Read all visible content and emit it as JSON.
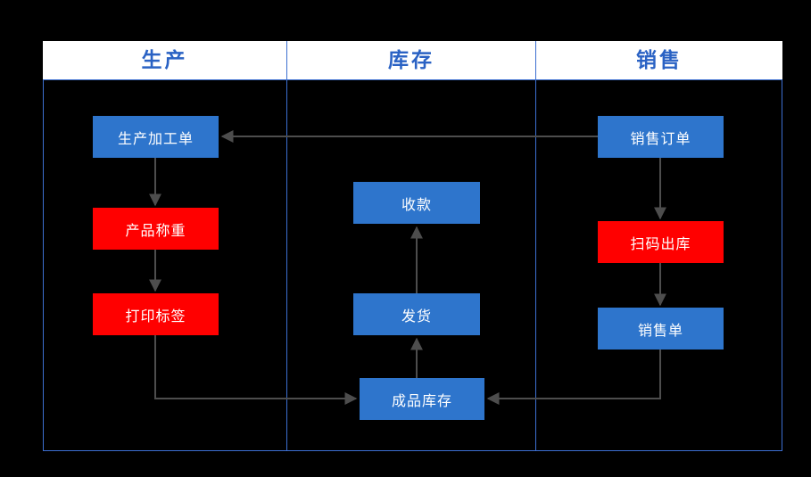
{
  "diagram": {
    "title_present": false,
    "background_color": "#000000",
    "frame_border_color": "#3C6FD1",
    "lane_header_background": "#FFFFFF",
    "lane_header_text_color": "#2A62C4",
    "node_blue": "#2E75CC",
    "node_red": "#FF0000",
    "connector_color": "#4D4D4D",
    "lanes": [
      {
        "id": "production",
        "label": "生产"
      },
      {
        "id": "inventory",
        "label": "库存"
      },
      {
        "id": "sales",
        "label": "销售"
      }
    ],
    "nodes": [
      {
        "id": "prod-order",
        "label": "生产加工单",
        "lane": "production",
        "color": "blue"
      },
      {
        "id": "weigh",
        "label": "产品称重",
        "lane": "production",
        "color": "red"
      },
      {
        "id": "print-label",
        "label": "打印标签",
        "lane": "production",
        "color": "red"
      },
      {
        "id": "receipt",
        "label": "收款",
        "lane": "inventory",
        "color": "blue"
      },
      {
        "id": "shipment",
        "label": "发货",
        "lane": "inventory",
        "color": "blue"
      },
      {
        "id": "stock",
        "label": "成品库存",
        "lane": "inventory",
        "color": "blue"
      },
      {
        "id": "sales-order",
        "label": "销售订单",
        "lane": "sales",
        "color": "blue"
      },
      {
        "id": "scan-out",
        "label": "扫码出库",
        "lane": "sales",
        "color": "red"
      },
      {
        "id": "sales-bill",
        "label": "销售单",
        "lane": "sales",
        "color": "blue"
      }
    ],
    "edges": [
      {
        "from": "sales-order",
        "to": "prod-order",
        "label": ""
      },
      {
        "from": "prod-order",
        "to": "weigh",
        "label": ""
      },
      {
        "from": "weigh",
        "to": "print-label",
        "label": ""
      },
      {
        "from": "print-label",
        "to": "stock",
        "label": ""
      },
      {
        "from": "stock",
        "to": "shipment",
        "label": ""
      },
      {
        "from": "shipment",
        "to": "receipt",
        "label": ""
      },
      {
        "from": "sales-order",
        "to": "scan-out",
        "label": ""
      },
      {
        "from": "scan-out",
        "to": "sales-bill",
        "label": ""
      },
      {
        "from": "sales-bill",
        "to": "stock",
        "label": ""
      }
    ]
  }
}
